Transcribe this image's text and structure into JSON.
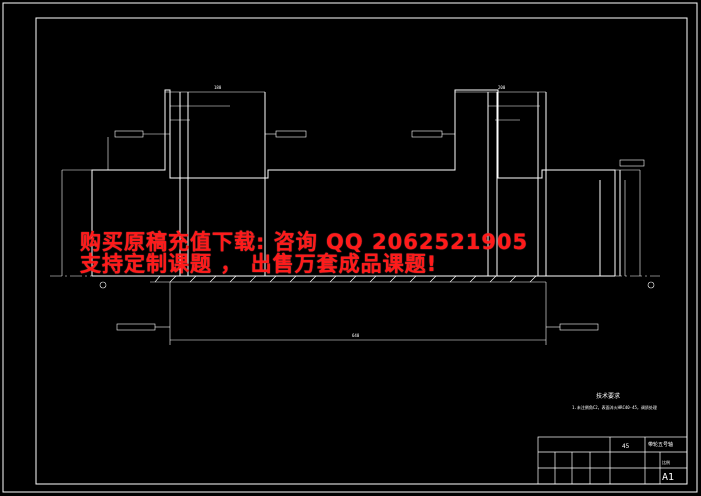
{
  "watermark": {
    "line1": "购买原稿充值下载: 咨询 QQ 2062521905",
    "line2": "支持定制课题 ， 出售万套成品课题!"
  },
  "drawing": {
    "dim_overall_top_left": "180",
    "dim_overall_top_right": "200",
    "dim_bottom_total": "640",
    "title_note": "技术要求",
    "note_body": "1.未注倒角C2，表面淬火HRC40-45，调质处理"
  },
  "title_block": {
    "material": "45",
    "drawing_name": "带轮五号轴",
    "sheet_size": "A1",
    "scale_label": "比例"
  },
  "colors": {
    "line": "#ffffff",
    "accent": "#ff1a1a",
    "background": "#000000"
  }
}
